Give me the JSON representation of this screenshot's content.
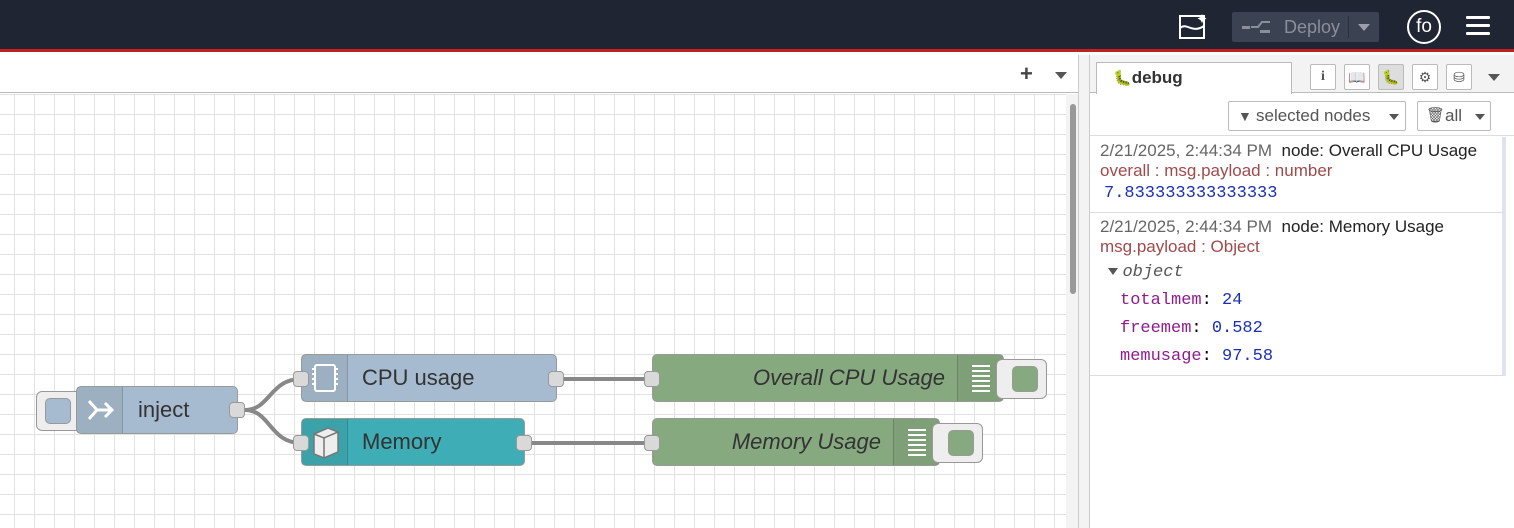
{
  "header": {
    "deploy_label": "Deploy",
    "user_initials": "fo"
  },
  "nodes": {
    "inject": {
      "label": "inject"
    },
    "cpu": {
      "label": "CPU usage"
    },
    "memory": {
      "label": "Memory"
    },
    "debug_cpu": {
      "label": "Overall CPU Usage"
    },
    "debug_mem": {
      "label": "Memory Usage"
    }
  },
  "sidebar": {
    "active_tab": "debug",
    "filter_label": "selected nodes",
    "clear_label": "all",
    "messages": [
      {
        "timestamp": "2/21/2025, 2:44:34 PM",
        "node_prefix": "node: ",
        "node_name": "Overall CPU Usage",
        "topic": "overall : msg.payload : number",
        "value": "7.833333333333333"
      },
      {
        "timestamp": "2/21/2025, 2:44:34 PM",
        "node_prefix": "node: ",
        "node_name": "Memory Usage",
        "topic": "msg.payload : Object",
        "object_label": "object",
        "props": [
          {
            "key": "totalmem",
            "value": "24"
          },
          {
            "key": "freemem",
            "value": "0.582"
          },
          {
            "key": "memusage",
            "value": "97.58"
          }
        ]
      }
    ]
  },
  "colors": {
    "header_bg": "#1f2532",
    "inject_node": "#a6bbcf",
    "memory_node": "#3fadb5",
    "debug_node": "#87a980"
  }
}
